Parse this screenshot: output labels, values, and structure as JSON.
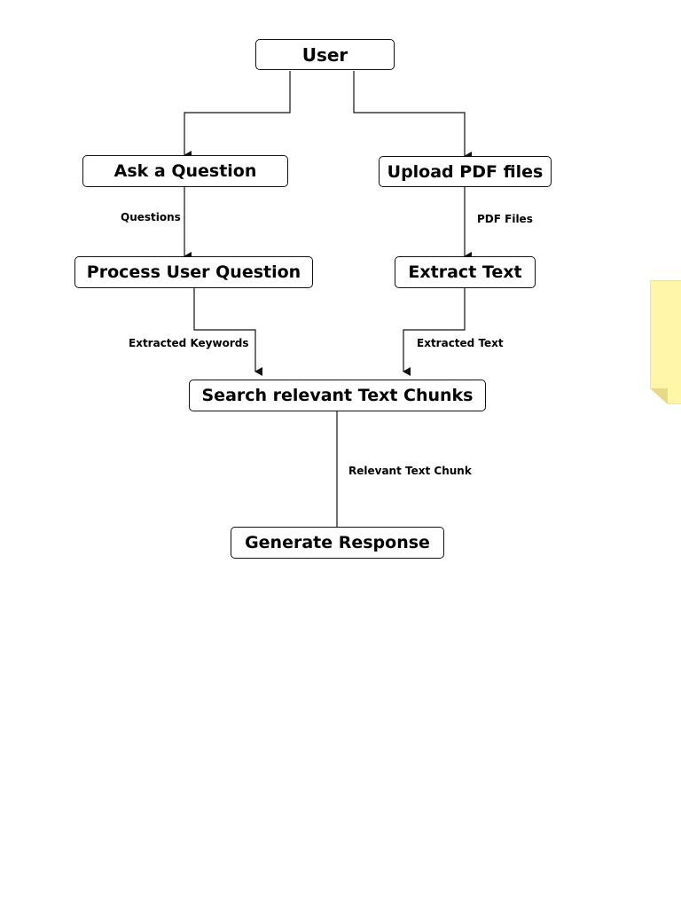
{
  "diagram": {
    "nodes": {
      "user": "User",
      "ask_question": "Ask a Question",
      "upload_pdf": "Upload PDF files",
      "process_question": "Process User Question",
      "extract_text": "Extract Text",
      "search_chunks": "Search relevant Text Chunks",
      "generate_response": "Generate Response"
    },
    "edges": {
      "questions": "Questions",
      "pdf_files": "PDF Files",
      "extracted_keywords": "Extracted Keywords",
      "extracted_text": "Extracted Text",
      "relevant_chunk": "Relevant Text Chunk"
    },
    "colors": {
      "line": "#111111",
      "sticky_note": "#fff6a8"
    }
  }
}
